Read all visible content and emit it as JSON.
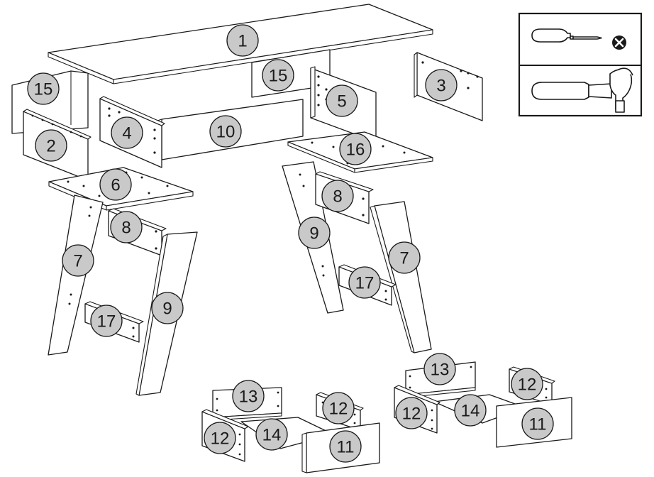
{
  "parts": [
    {
      "id": "part-1",
      "label": "1"
    },
    {
      "id": "part-15a",
      "label": "15"
    },
    {
      "id": "part-15b",
      "label": "15"
    },
    {
      "id": "part-3",
      "label": "3"
    },
    {
      "id": "part-2",
      "label": "2"
    },
    {
      "id": "part-4",
      "label": "4"
    },
    {
      "id": "part-10",
      "label": "10"
    },
    {
      "id": "part-5",
      "label": "5"
    },
    {
      "id": "part-16",
      "label": "16"
    },
    {
      "id": "part-6",
      "label": "6"
    },
    {
      "id": "part-8a",
      "label": "8"
    },
    {
      "id": "part-8b",
      "label": "8"
    },
    {
      "id": "part-9a",
      "label": "9"
    },
    {
      "id": "part-9b",
      "label": "9"
    },
    {
      "id": "part-7a",
      "label": "7"
    },
    {
      "id": "part-7b",
      "label": "7"
    },
    {
      "id": "part-17a",
      "label": "17"
    },
    {
      "id": "part-17b",
      "label": "17"
    },
    {
      "id": "part-13a",
      "label": "13"
    },
    {
      "id": "part-13b",
      "label": "13"
    },
    {
      "id": "part-12a",
      "label": "12"
    },
    {
      "id": "part-12b",
      "label": "12"
    },
    {
      "id": "part-12c",
      "label": "12"
    },
    {
      "id": "part-12d",
      "label": "12"
    },
    {
      "id": "part-14a",
      "label": "14"
    },
    {
      "id": "part-14b",
      "label": "14"
    },
    {
      "id": "part-11a",
      "label": "11"
    },
    {
      "id": "part-11b",
      "label": "11"
    }
  ],
  "tools": {
    "screwdriver": {
      "icon": "screwdriver-icon",
      "status_icon": "not-allowed-icon"
    },
    "hammer": {
      "icon": "hammer-icon"
    }
  },
  "colors": {
    "badge_fill": "#c9c9c9",
    "line": "#1a1a1a",
    "background": "#ffffff"
  }
}
